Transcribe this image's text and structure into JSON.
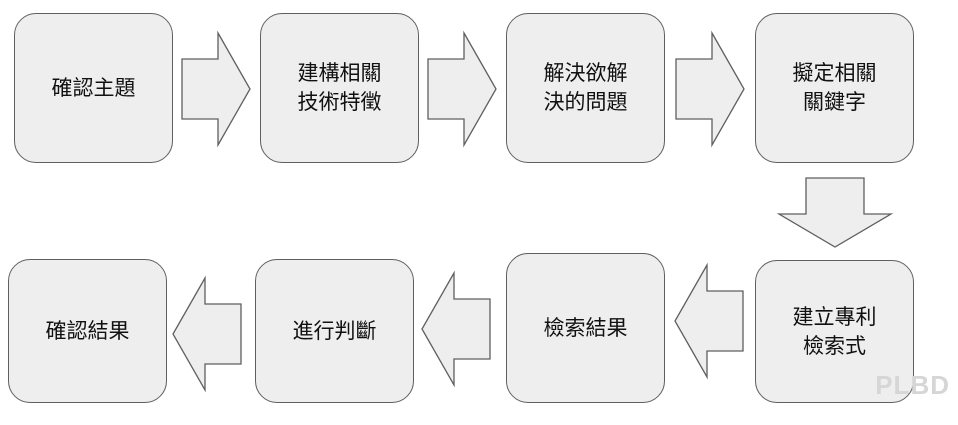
{
  "steps": {
    "s1": {
      "lines": [
        "確認主題"
      ]
    },
    "s2": {
      "lines": [
        "建構相關",
        "技術特徵"
      ]
    },
    "s3": {
      "lines": [
        "解決欲解",
        "決的問題"
      ]
    },
    "s4": {
      "lines": [
        "擬定相關",
        "關鍵字"
      ]
    },
    "s5": {
      "lines": [
        "建立專利",
        "檢索式"
      ]
    },
    "s6": {
      "lines": [
        "檢索結果"
      ]
    },
    "s7": {
      "lines": [
        "進行判斷"
      ]
    },
    "s8": {
      "lines": [
        "確認結果"
      ]
    }
  },
  "arrows": [
    {
      "from": "確認主題",
      "to": "建構相關技術特徵",
      "direction": "right"
    },
    {
      "from": "建構相關技術特徵",
      "to": "解決欲解決的問題",
      "direction": "right"
    },
    {
      "from": "解決欲解決的問題",
      "to": "擬定相關關鍵字",
      "direction": "right"
    },
    {
      "from": "擬定相關關鍵字",
      "to": "建立專利檢索式",
      "direction": "down"
    },
    {
      "from": "建立專利檢索式",
      "to": "檢索結果",
      "direction": "left"
    },
    {
      "from": "檢索結果",
      "to": "進行判斷",
      "direction": "left"
    },
    {
      "from": "進行判斷",
      "to": "確認結果",
      "direction": "left"
    }
  ],
  "watermark": {
    "text": "PLBD"
  },
  "colors": {
    "box_fill": "#eeeeee",
    "outline": "#5f5f5f",
    "text": "#111111",
    "watermark": "#d6d6d6"
  }
}
